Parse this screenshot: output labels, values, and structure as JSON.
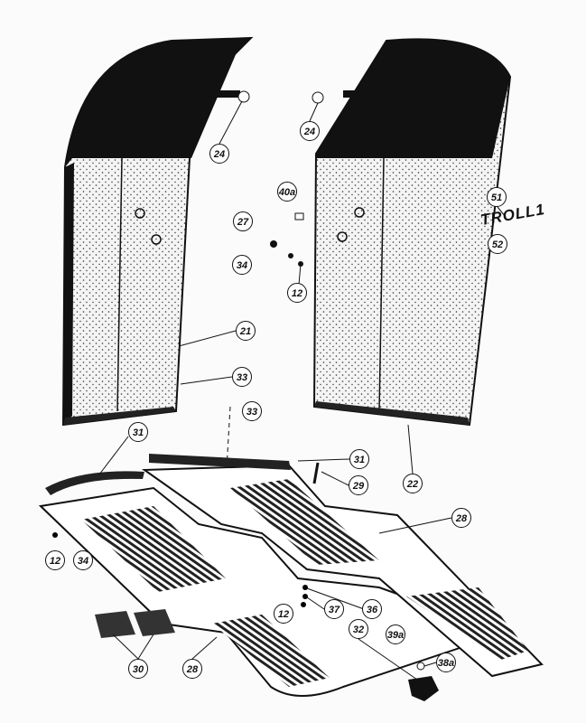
{
  "diagram": {
    "brand_text": "TROLL1",
    "callouts": [
      "24",
      "24",
      "40a",
      "27",
      "34",
      "12",
      "21",
      "33",
      "51",
      "52",
      "33",
      "31",
      "31",
      "29",
      "22",
      "28",
      "12",
      "34",
      "37",
      "36",
      "12",
      "32",
      "39a",
      "38a",
      "30",
      "28"
    ]
  }
}
